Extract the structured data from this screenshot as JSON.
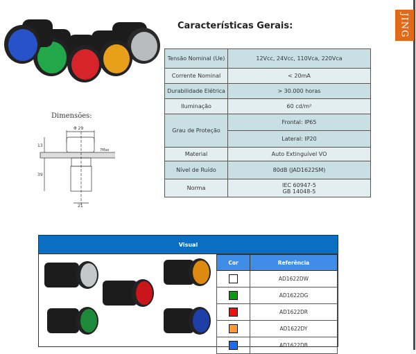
{
  "logo": {
    "text": "JING",
    "color": "#e06a1a"
  },
  "general": {
    "title": "Características Gerais:",
    "rows": [
      {
        "label": "Tensão Nominal (Ue)",
        "value": "12Vcc, 24Vcc, 110Vca, 220Vca"
      },
      {
        "label": "Corrente Nominal",
        "value": "< 20mA"
      },
      {
        "label": "Durabilidade Elétrica",
        "value": "> 30.000 horas"
      },
      {
        "label": "Iluminação",
        "value": "60 cd/m²"
      },
      {
        "label": "Grau de Proteção",
        "values": [
          "Frontal: IP65",
          "Lateral: IP20"
        ]
      },
      {
        "label": "Material",
        "value": "Auto Extinguível VO"
      },
      {
        "label": "Nível de Ruído",
        "value": "80dB (JAD1622SM)"
      },
      {
        "label": "Norma",
        "values": [
          "IEC 60947-5",
          "GB 14048-5"
        ]
      }
    ]
  },
  "dimensions": {
    "label": "Dimensões:",
    "diameter": "Φ 29",
    "height_top": "13",
    "height_body": "39",
    "width_base": "21",
    "panel": "7Max"
  },
  "visual": {
    "title": "Visual",
    "col_color": "Cor",
    "col_ref": "Referência",
    "items": [
      {
        "color": "#ffffff",
        "ref": "AD1622DW"
      },
      {
        "color": "#0a9a12",
        "ref": "AD1622DG"
      },
      {
        "color": "#f0100c",
        "ref": "AD1622DR"
      },
      {
        "color": "#ff9b30",
        "ref": "AD1622DY"
      },
      {
        "color": "#1a6cf0",
        "ref": "AD1622DB"
      }
    ]
  }
}
